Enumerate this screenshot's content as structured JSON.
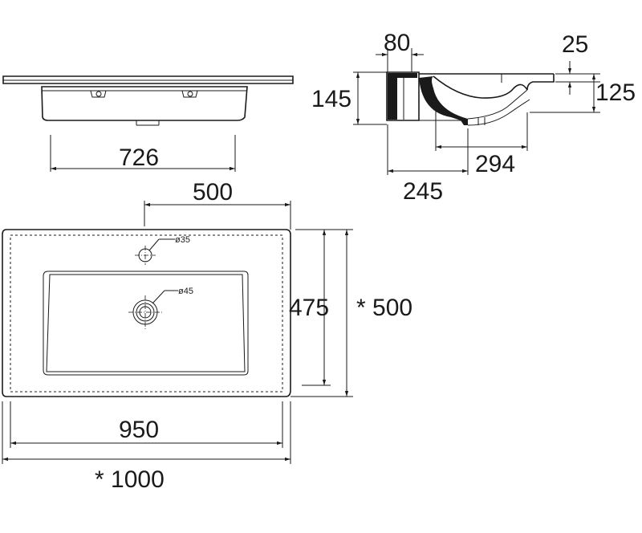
{
  "dimensions": {
    "side_width_80": "80",
    "rim_25": "25",
    "height_145": "145",
    "height_125": "125",
    "front_726": "726",
    "bowl_294": "294",
    "depth_245": "245",
    "centre_500": "500",
    "depth_475": "475",
    "cabinet_depth": "* 500",
    "width_950": "950",
    "cabinet_width": "* 1000"
  },
  "holes": {
    "tap_hole": "ø35",
    "waste_hole": "ø45"
  }
}
